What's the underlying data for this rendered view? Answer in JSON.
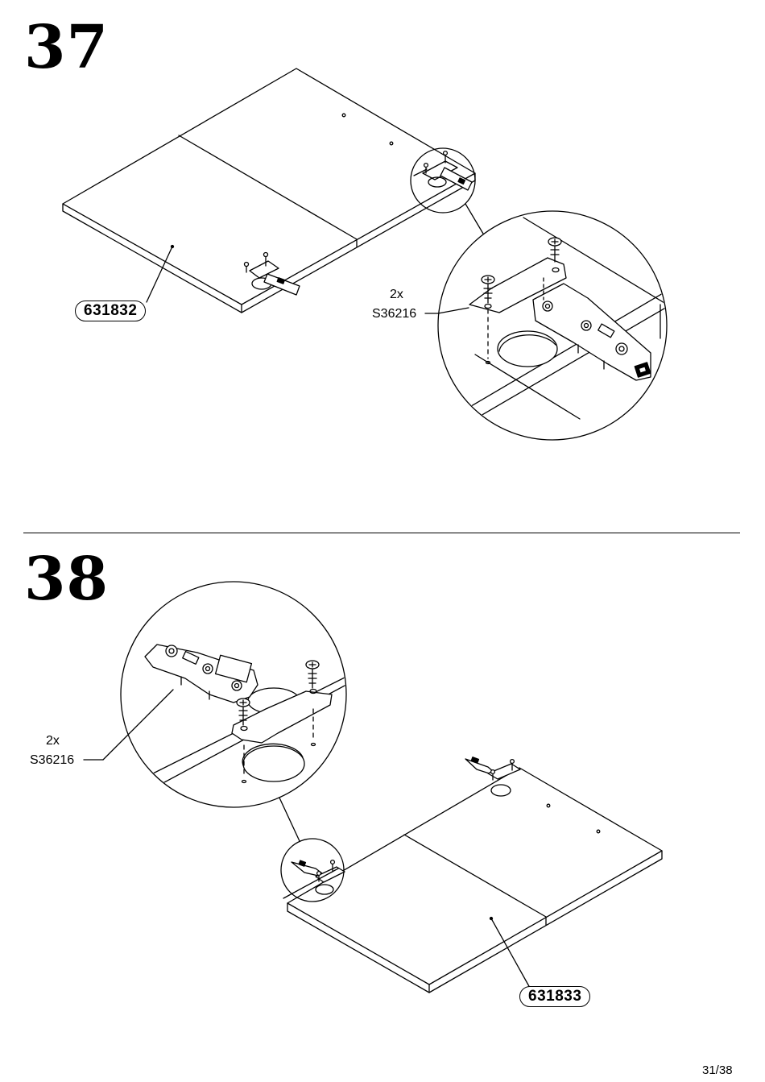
{
  "steps": [
    {
      "number": "37",
      "part_number": "631832",
      "hardware": {
        "quantity": "2x",
        "code": "S36216"
      }
    },
    {
      "number": "38",
      "part_number": "631833",
      "hardware": {
        "quantity": "2x",
        "code": "S36216"
      }
    }
  ],
  "page_number": "31/38",
  "icons": [
    "hinge-icon",
    "screw-icon",
    "magnifier-circle"
  ]
}
